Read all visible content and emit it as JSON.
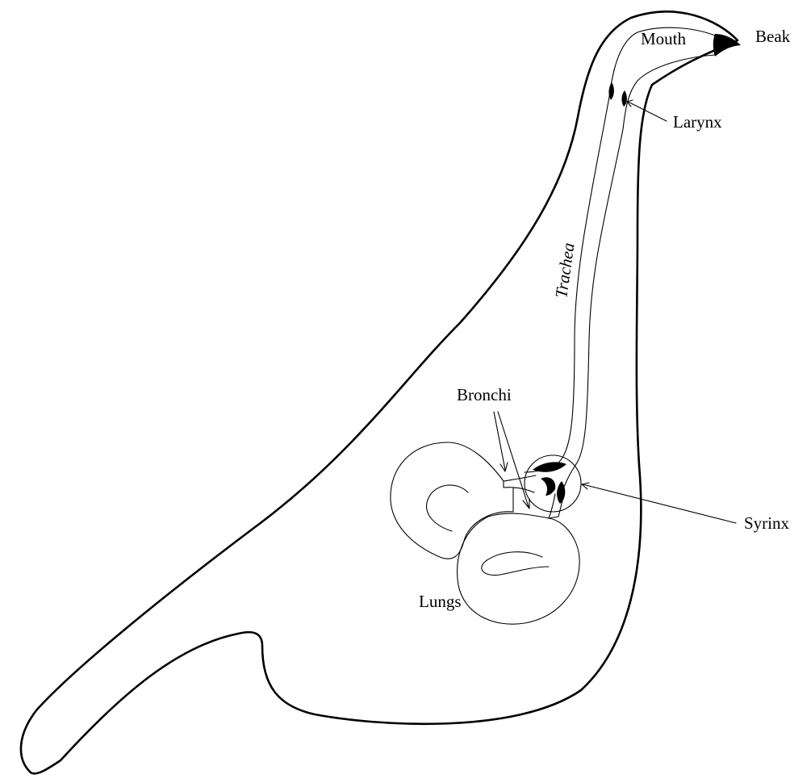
{
  "labels": {
    "mouth": "Mouth",
    "beak": "Beak",
    "larynx": "Larynx",
    "trachea": "Trachea",
    "bronchi": "Bronchi",
    "syrinx": "Syrinx",
    "lungs": "Lungs"
  }
}
